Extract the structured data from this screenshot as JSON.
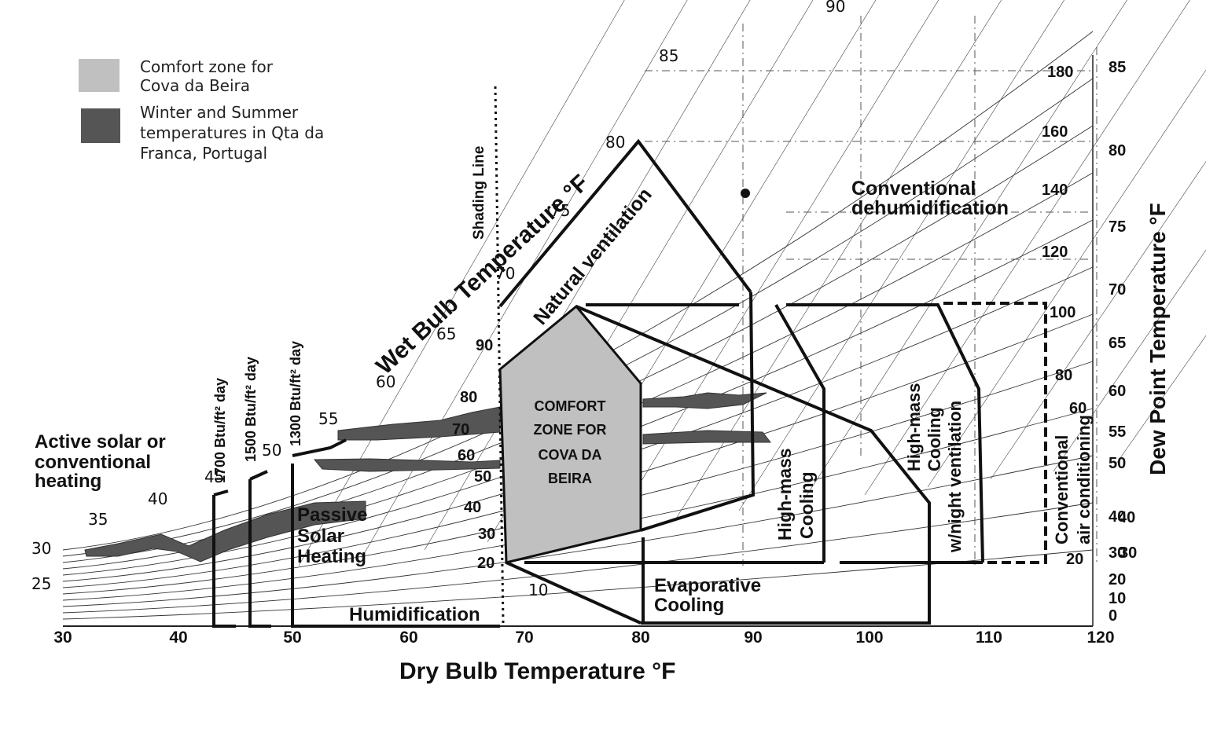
{
  "legend": {
    "comfort": {
      "line1": "Comfort zone for",
      "line2": "Cova da Beira",
      "color": "#c0c0c0"
    },
    "climate": {
      "line1": "Winter and Summer",
      "line2": "temperatures in Qta da",
      "line3": "Franca, Portugal",
      "color": "#555555"
    }
  },
  "chart_data": {
    "type": "psychrometric-chart",
    "title": "",
    "xlabel": "Dry Bulb Temperature °F",
    "ylabel_right": "Dew Point Temperature °F",
    "wetbulb_label": "Wet Bulb Temperature °F",
    "x_ticks": [
      "30",
      "40",
      "50",
      "60",
      "70",
      "80",
      "90",
      "100",
      "110",
      "120"
    ],
    "dewpoint_ticks": [
      "85",
      "80",
      "75",
      "70",
      "65",
      "60",
      "55",
      "50",
      "40",
      "30",
      "20",
      "10",
      "0"
    ],
    "humidity_ticks": [
      "180",
      "160",
      "140",
      "120",
      "100",
      "80",
      "60",
      "40",
      "30",
      "20"
    ],
    "wetbulb_ticks": [
      "90",
      "85",
      "80",
      "75",
      "70",
      "65",
      "60",
      "55",
      "50",
      "45",
      "40",
      "35",
      "30",
      "25",
      "10"
    ],
    "rh_curve_labels": [
      "90",
      "80",
      "70",
      "60",
      "50",
      "40",
      "30",
      "20"
    ],
    "solar_lines": [
      "1700 Btu/ft² day",
      "1500 Btu/ft² day",
      "1300 Btu/ft² day"
    ],
    "shading_line": "Shading Line",
    "zones": {
      "comfort": [
        "COMFORT",
        "ZONE FOR",
        "COVA DA",
        "BEIRA"
      ],
      "active_solar": [
        "Active solar or",
        "conventional",
        "heating"
      ],
      "passive_solar": [
        "Passive",
        "Solar",
        "Heating"
      ],
      "humidification": "Humidification",
      "natural_ventilation": "Natural ventilation",
      "evaporative": [
        "Evaporative",
        "Cooling"
      ],
      "high_mass": [
        "High-mass",
        "Cooling"
      ],
      "high_mass_night": [
        "High-mass",
        "Cooling",
        "w/night ventilation"
      ],
      "dehumidification": [
        "Conventional",
        "dehumidification"
      ],
      "air_conditioning": [
        "Conventional",
        "air conditioning"
      ]
    }
  }
}
